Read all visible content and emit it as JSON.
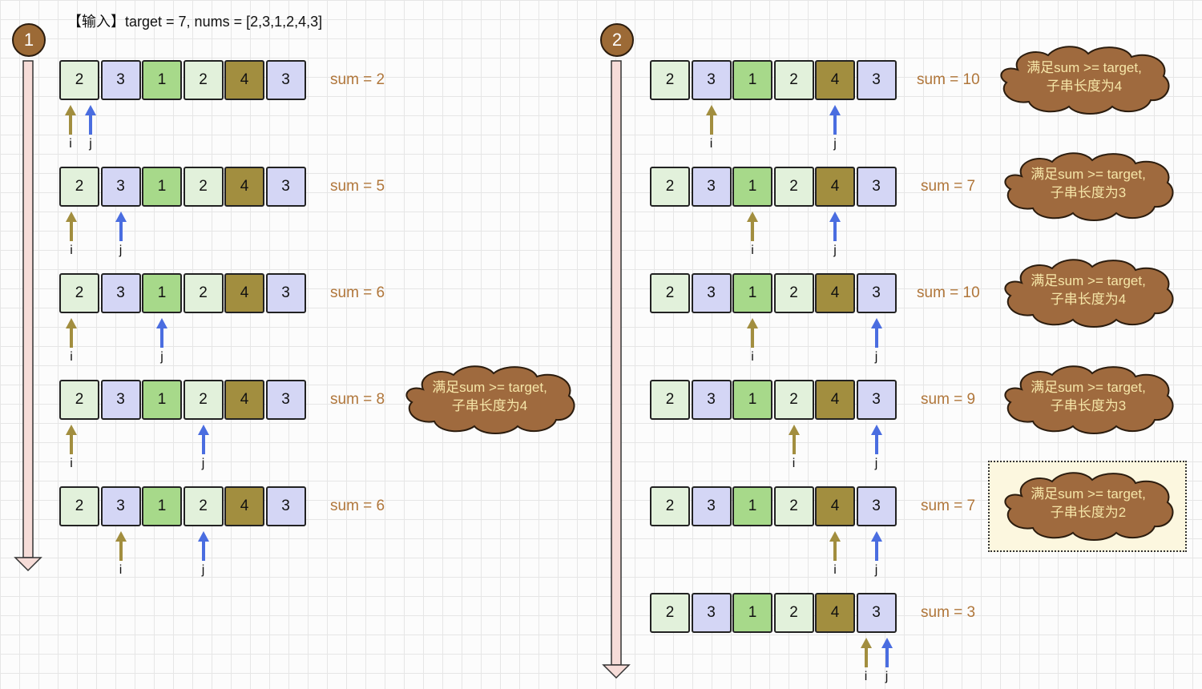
{
  "title": "【输入】target = 7, nums = [2,3,1,2,4,3]",
  "nums": [
    "2",
    "3",
    "1",
    "2",
    "4",
    "3"
  ],
  "cell_colors": [
    "#e2f1db",
    "#d4d6f5",
    "#a7d98a",
    "#e2f1db",
    "#a28e3f",
    "#d4d6f5"
  ],
  "pointer_colors": {
    "i": "#a28e3f",
    "j": "#4a6de0"
  },
  "panels": [
    {
      "badge": "1",
      "steps": [
        {
          "i": 0,
          "j": 0,
          "sum": "sum = 2",
          "note": null
        },
        {
          "i": 0,
          "j": 1,
          "sum": "sum = 5",
          "note": null
        },
        {
          "i": 0,
          "j": 2,
          "sum": "sum = 6",
          "note": null
        },
        {
          "i": 0,
          "j": 3,
          "sum": "sum = 8",
          "note": [
            "满足sum >= target,",
            "子串长度为4"
          ]
        },
        {
          "i": 1,
          "j": 3,
          "sum": "sum = 6",
          "note": null
        }
      ]
    },
    {
      "badge": "2",
      "steps": [
        {
          "i": 1,
          "j": 4,
          "sum": "sum = 10",
          "note": [
            "满足sum >= target,",
            "子串长度为4"
          ]
        },
        {
          "i": 2,
          "j": 4,
          "sum": "sum = 7",
          "note": [
            "满足sum >= target,",
            "子串长度为3"
          ]
        },
        {
          "i": 2,
          "j": 5,
          "sum": "sum = 10",
          "note": [
            "满足sum >= target,",
            "子串长度为4"
          ]
        },
        {
          "i": 3,
          "j": 5,
          "sum": "sum = 9",
          "note": [
            "满足sum >= target,",
            "子串长度为3"
          ]
        },
        {
          "i": 4,
          "j": 5,
          "sum": "sum = 7",
          "note": [
            "满足sum >= target,",
            "子串长度为2"
          ],
          "highlight": true
        },
        {
          "i": 5,
          "j": 5,
          "sum": "sum = 3",
          "note": null
        }
      ]
    }
  ],
  "pointer_labels": {
    "i": "i",
    "j": "j"
  }
}
